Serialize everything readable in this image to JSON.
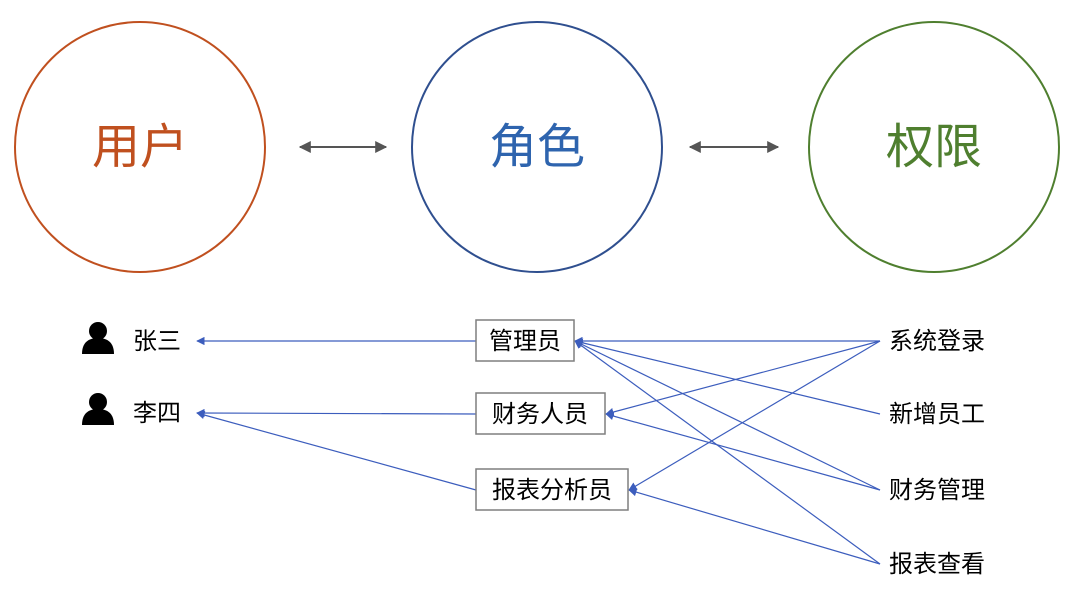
{
  "concepts": {
    "user": {
      "label": "用户",
      "color": "#c0501f"
    },
    "role": {
      "label": "角色",
      "color": "#2f4f8f",
      "text_color": "#2e64ae"
    },
    "permission": {
      "label": "权限",
      "color": "#4f7f2f"
    }
  },
  "users": [
    {
      "name": "张三",
      "icon": "person-icon"
    },
    {
      "name": "李四",
      "icon": "person-icon"
    }
  ],
  "roles": [
    {
      "name": "管理员"
    },
    {
      "name": "财务人员"
    },
    {
      "name": "报表分析员"
    }
  ],
  "permissions": [
    {
      "name": "系统登录"
    },
    {
      "name": "新增员工"
    },
    {
      "name": "财务管理"
    },
    {
      "name": "报表查看"
    }
  ],
  "links": {
    "role_to_user": [
      [
        0,
        0
      ],
      [
        1,
        1
      ],
      [
        2,
        1
      ]
    ],
    "permission_to_role": [
      [
        0,
        0
      ],
      [
        0,
        1
      ],
      [
        0,
        2
      ],
      [
        1,
        0
      ],
      [
        2,
        0
      ],
      [
        2,
        1
      ],
      [
        3,
        0
      ],
      [
        3,
        2
      ]
    ]
  },
  "colors": {
    "link": "#3c5dbd",
    "relation_arrow": "#555555",
    "role_box_border": "#7f7f7f"
  }
}
